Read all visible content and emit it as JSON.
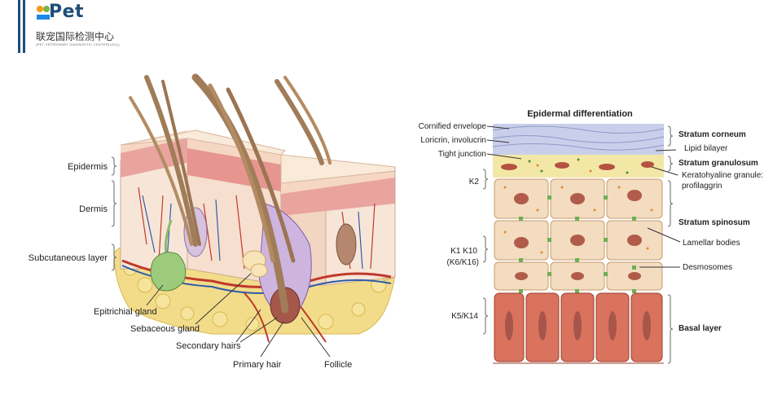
{
  "logo": {
    "wordmark": "Pet",
    "chinese_name": "联宠国际检测中心",
    "english_name": "(PET VETERINARY DIAGNOSTIC CENTER(LDC))"
  },
  "skin_diagram": {
    "labels": {
      "epidermis": "Epidermis",
      "dermis": "Dermis",
      "subcutaneous": "Subcutaneous layer",
      "epitrichial": "Epitrichial gland",
      "sebaceous": "Sebaceous gland",
      "secondary_hairs": "Secondary hairs",
      "primary_hair": "Primary hair",
      "follicle": "Follicle"
    }
  },
  "epidermal_diagram": {
    "title": "Epidermal differentiation",
    "left_labels": {
      "cornified": "Cornified envelope",
      "loricrin": "Loricrin, involucrin",
      "tight": "Tight junction",
      "k2": "K2",
      "k1k10": "K1 K10",
      "k6k16": "(K6/K16)",
      "k5k14": "K5/K14"
    },
    "right_labels": {
      "corneum": "Stratum corneum",
      "lipid": "Lipid bilayer",
      "granulosum": "Stratum granulosum",
      "keratohyaline": "Keratohyaline granule:",
      "profilaggrin": "profilaggrin",
      "spinosum": "Stratum spinosum",
      "lamellar": "Lamellar bodies",
      "desmosomes": "Desmosomes",
      "basal": "Basal layer"
    }
  },
  "colors": {
    "brand_blue": "#1f4e79",
    "logo_orange": "#f39c12",
    "logo_green": "#7cb342",
    "logo_blue": "#1e88e5",
    "corneum": "#c7cdea",
    "granulosum": "#f3e7a6",
    "spinosum_cell": "#f3dcc0",
    "basal_cell": "#d9735e",
    "fat": "#f2dc8a",
    "hair": "#a07c58"
  }
}
